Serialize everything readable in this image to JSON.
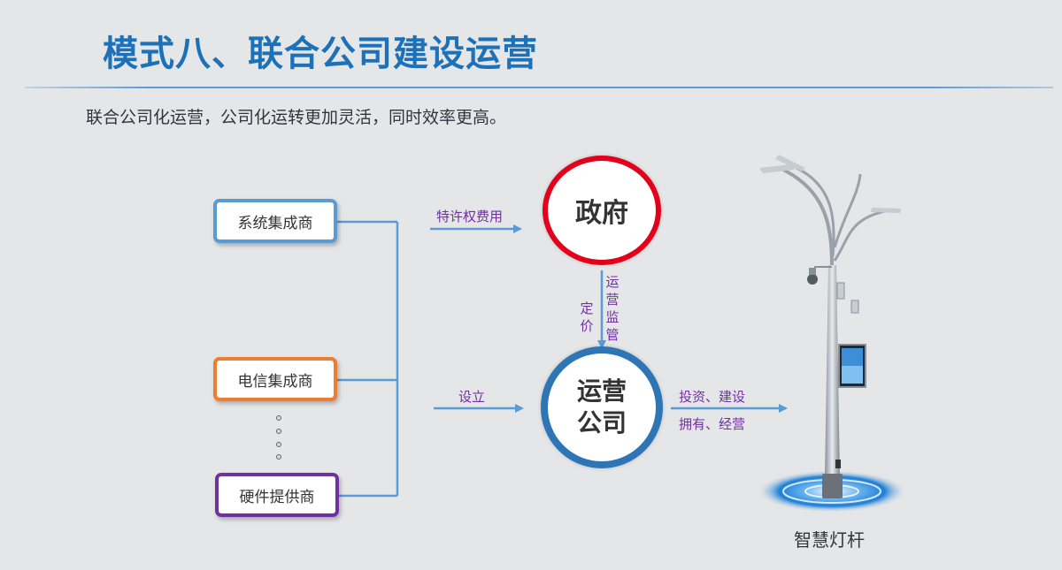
{
  "header": {
    "title": "模式八、联合公司建设运营",
    "subtitle": "联合公司化运营，公司化运转更加灵活，同时效率更高。"
  },
  "diagram": {
    "suppliers": [
      "系统集成商",
      "电信集成商",
      "硬件提供商"
    ],
    "government": "政府",
    "operating_company": [
      "运营",
      "公司"
    ],
    "edges": {
      "franchise_fee": "特许权费用",
      "establish": "设立",
      "pricing": "定价",
      "supervision": "运营监管",
      "invest_build": "投资、建设",
      "own_operate": "拥有、经营"
    },
    "target": "智慧灯杆"
  },
  "colors": {
    "title": "#1d71b8",
    "system_border": "#5b9bd5",
    "telecom_border": "#ed7d31",
    "hardware_border": "#7030a0",
    "government_ring": "#e4001b",
    "company_ring": "#2e75b6",
    "arrow": "#5b9bd5",
    "edge_label": "#7030a0"
  }
}
